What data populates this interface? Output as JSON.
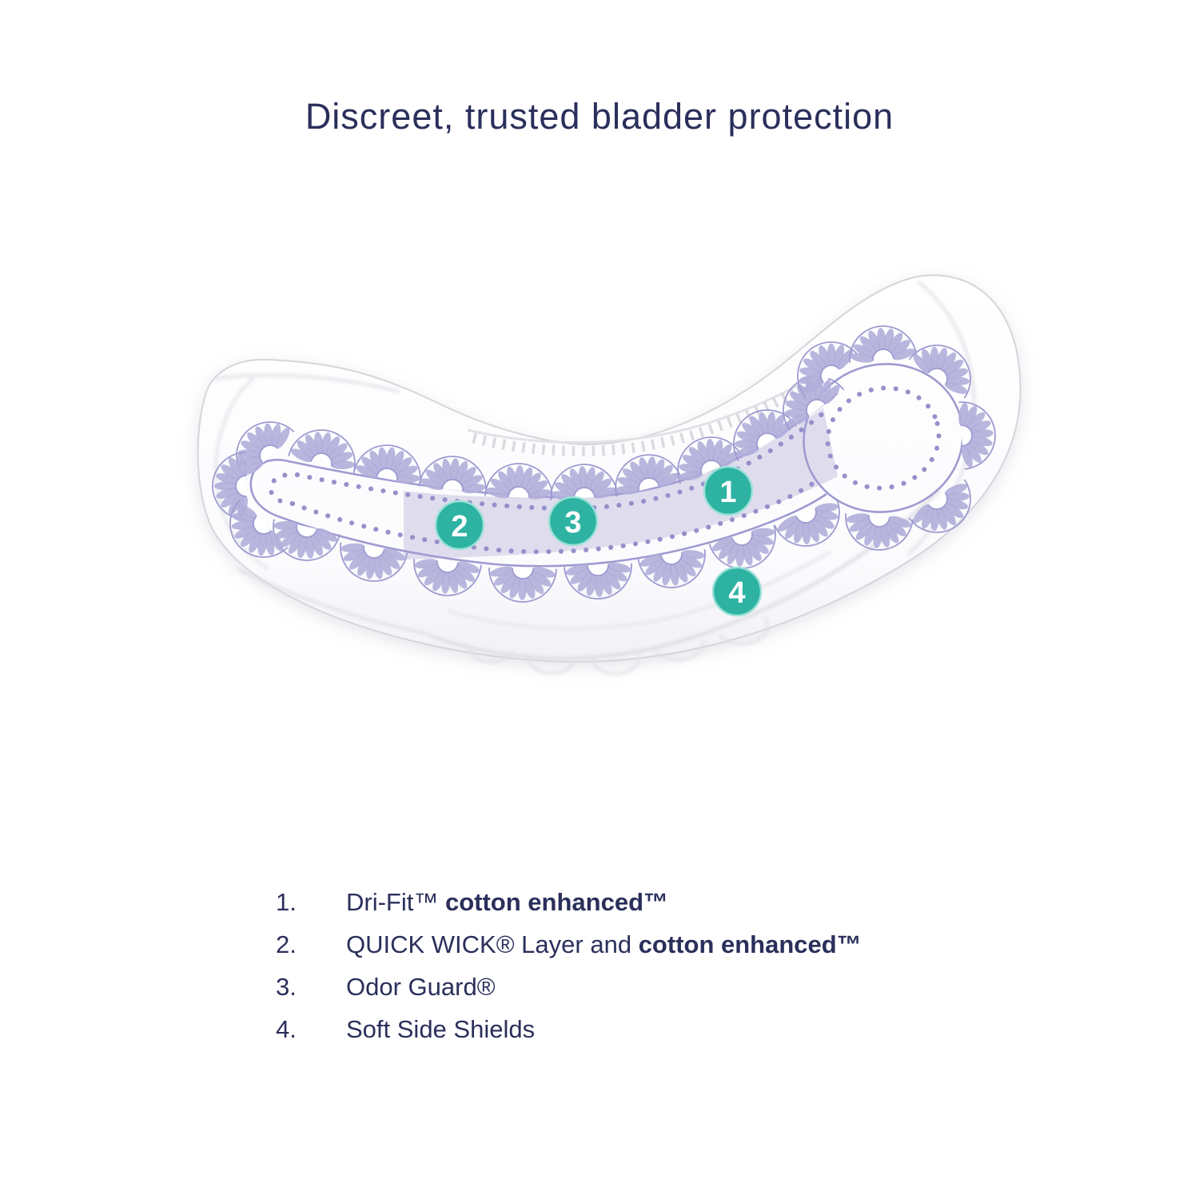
{
  "title": {
    "text": "Discreet, trusted bladder protection"
  },
  "colors": {
    "navy_text": "#2a2f5b",
    "accent_teal": "#2eb3a3",
    "teal_ring": "#9ce1d7",
    "lace_lavender": "#9e9bd1",
    "lace_dots": "#8f8cc9",
    "band_lavender": "#d9d6eb",
    "pad_edge_gray": "#d5d5dc"
  },
  "diagram": {
    "callouts": [
      {
        "number": "1"
      },
      {
        "number": "2"
      },
      {
        "number": "3"
      },
      {
        "number": "4"
      }
    ]
  },
  "legend": {
    "items": [
      {
        "number": "1.",
        "regular": "Dri-Fit™ ",
        "bold": "cotton enhanced™"
      },
      {
        "number": "2.",
        "regular": "QUICK WICK® Layer and ",
        "bold": "cotton enhanced™"
      },
      {
        "number": "3.",
        "regular": "Odor Guard®",
        "bold": ""
      },
      {
        "number": "4.",
        "regular": "Soft Side Shields",
        "bold": ""
      }
    ]
  }
}
